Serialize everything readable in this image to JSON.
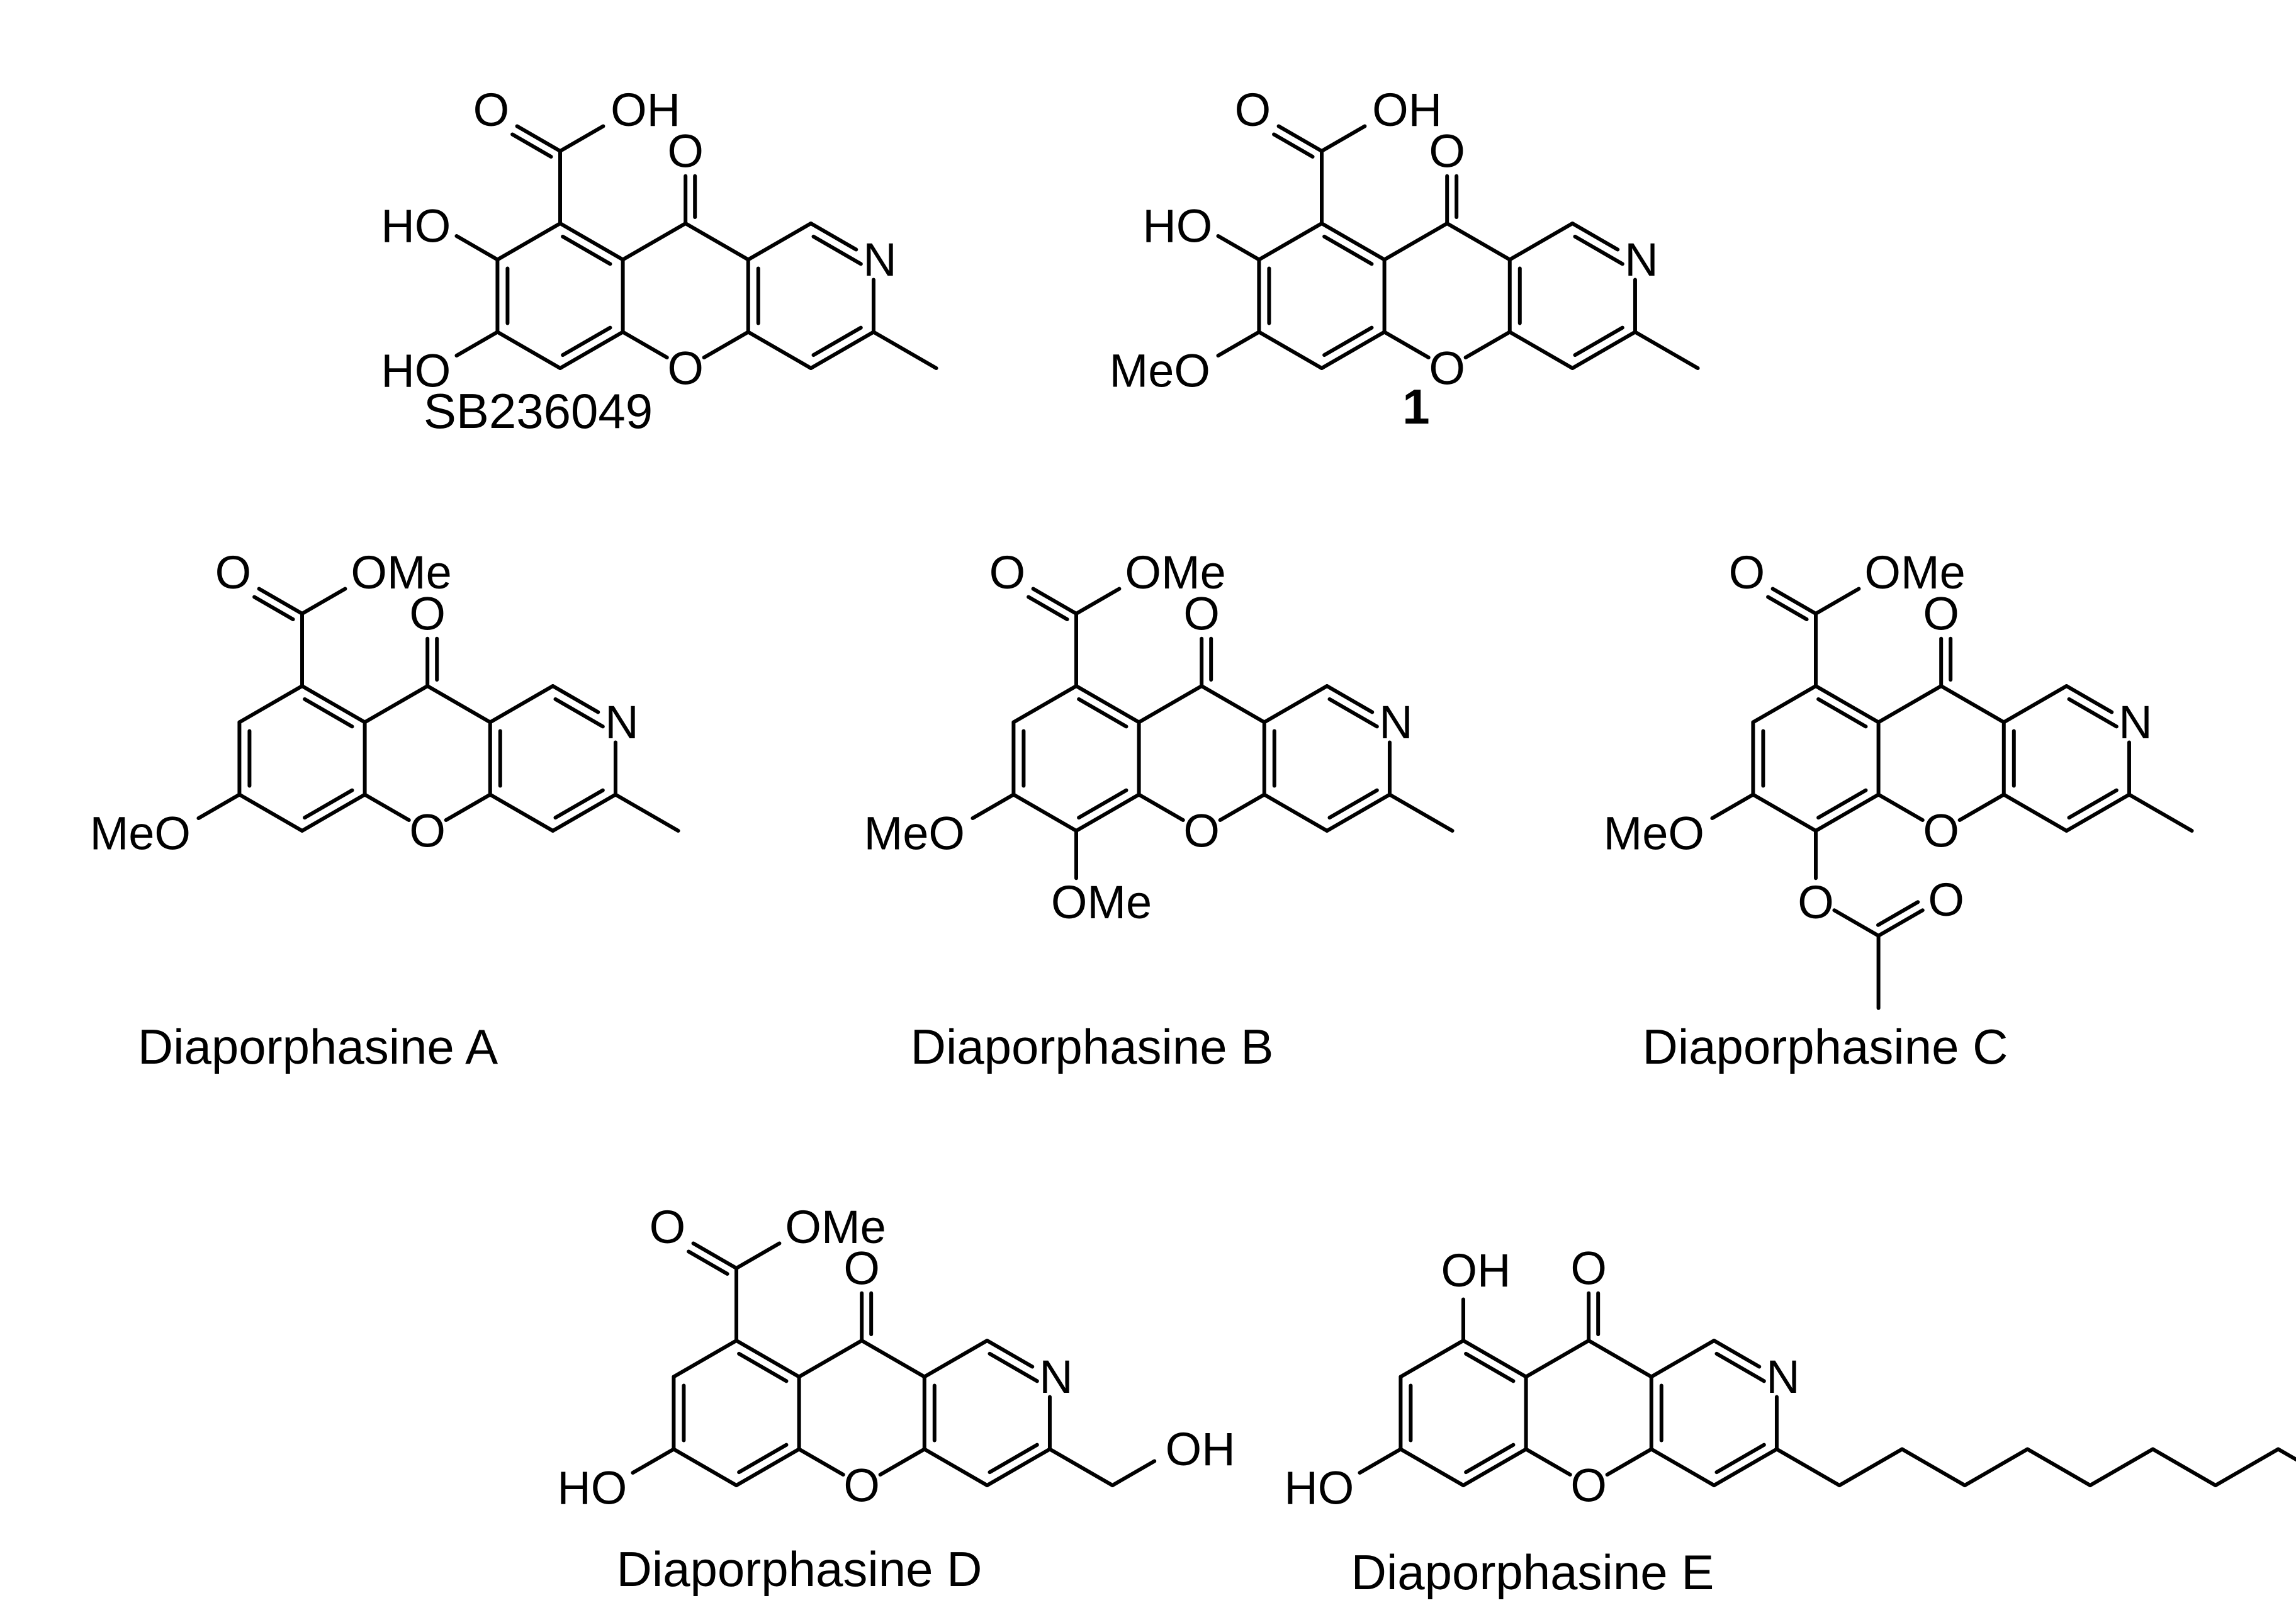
{
  "figure": {
    "background": "#ffffff",
    "line_color": "#000000",
    "molecules": [
      {
        "id": "sb236049",
        "label": "SB236049",
        "label_bold": false,
        "atoms": {
          "carboxyl_o": "O",
          "carboxyl_oh": "OH",
          "ketone_o": "O",
          "ring_o": "O",
          "ring_n": "N",
          "sub_top": "HO",
          "sub_bottom": "HO"
        }
      },
      {
        "id": "compound-1",
        "label": "1",
        "label_bold": true,
        "atoms": {
          "carboxyl_o": "O",
          "carboxyl_oh": "OH",
          "ketone_o": "O",
          "ring_o": "O",
          "ring_n": "N",
          "sub_top": "HO",
          "sub_bottom": "MeO"
        }
      },
      {
        "id": "diaporphasine-a",
        "label": "Diaporphasine A",
        "label_bold": false,
        "atoms": {
          "carboxyl_o": "O",
          "carboxyl_ome": "OMe",
          "ketone_o": "O",
          "ring_o": "O",
          "ring_n": "N",
          "sub_bottom": "MeO"
        }
      },
      {
        "id": "diaporphasine-b",
        "label": "Diaporphasine B",
        "label_bold": false,
        "atoms": {
          "carboxyl_o": "O",
          "carboxyl_ome": "OMe",
          "ketone_o": "O",
          "ring_o": "O",
          "ring_n": "N",
          "sub_bottom": "MeO",
          "sub_c5": "OMe"
        }
      },
      {
        "id": "diaporphasine-c",
        "label": "Diaporphasine C",
        "label_bold": false,
        "atoms": {
          "carboxyl_o": "O",
          "carboxyl_ome": "OMe",
          "ketone_o": "O",
          "ring_o": "O",
          "ring_n": "N",
          "sub_bottom": "MeO",
          "acetoxy_o": "O",
          "acetyl_o": "O"
        }
      },
      {
        "id": "diaporphasine-d",
        "label": "Diaporphasine D",
        "label_bold": false,
        "atoms": {
          "carboxyl_o": "O",
          "carboxyl_ome": "OMe",
          "ketone_o": "O",
          "ring_o": "O",
          "ring_n": "N",
          "sub_bottom": "HO",
          "hydroxymethyl_oh": "OH"
        }
      },
      {
        "id": "diaporphasine-e",
        "label": "Diaporphasine E",
        "label_bold": false,
        "atoms": {
          "peri_oh": "OH",
          "ketone_o": "O",
          "ring_o": "O",
          "ring_n": "N",
          "sub_bottom": "HO"
        }
      }
    ]
  }
}
